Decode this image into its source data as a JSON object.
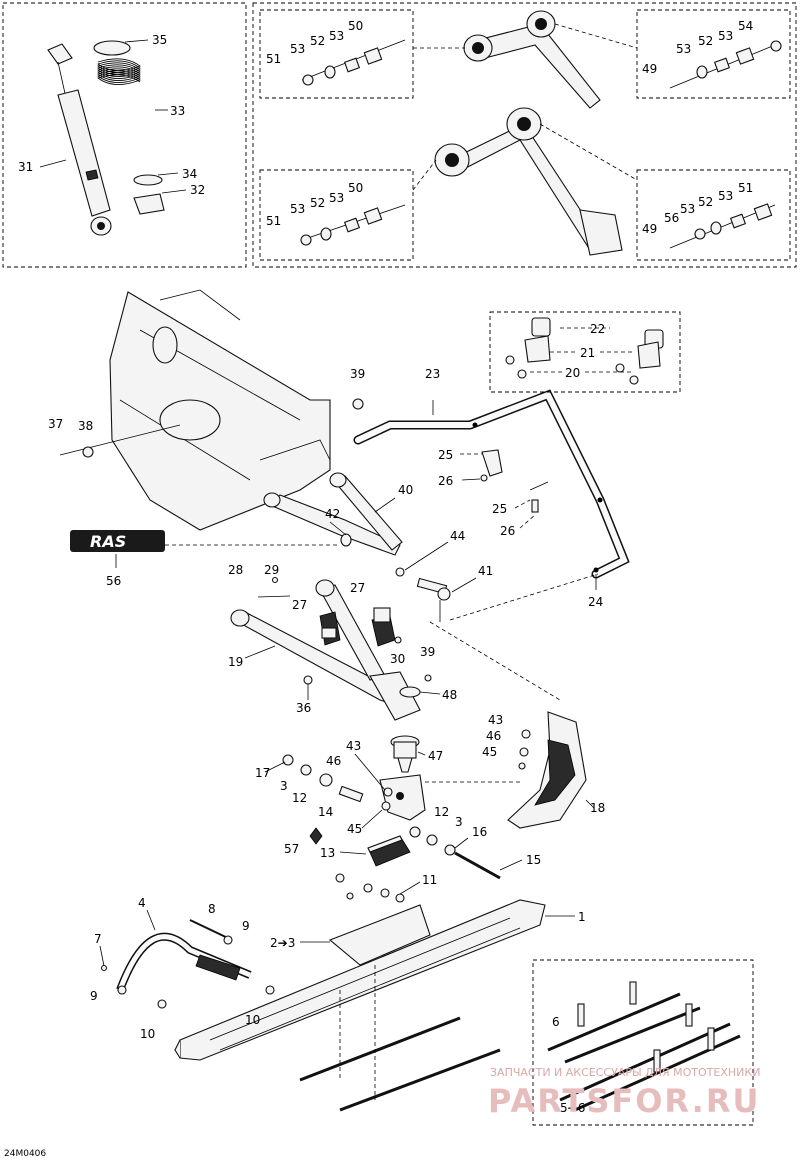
{
  "diagram_code": "24M0406",
  "watermark": {
    "tagline": "ЗАПЧАСТИ И АКСЕССУАРЫ ДЛЯ МОТОТЕХНИКИ",
    "site": "PARTSFOR.RU"
  },
  "logo_text": "RAS",
  "callouts": {
    "c1": "1",
    "c2_3": "2➔3",
    "c4": "4",
    "c5_6": "5➔6",
    "c6": "6",
    "c7": "7",
    "c8": "8",
    "c9a": "9",
    "c9b": "9",
    "c10a": "10",
    "c10b": "10",
    "c11": "11",
    "c12a": "12",
    "c12b": "12",
    "c13": "13",
    "c14": "14",
    "c15": "15",
    "c16": "16",
    "c17": "17",
    "c18": "18",
    "c19": "19",
    "c20": "20",
    "c21": "21",
    "c22": "22",
    "c23": "23",
    "c24": "24",
    "c25a": "25",
    "c25b": "25",
    "c26a": "26",
    "c26b": "26",
    "c27a": "27",
    "c27b": "27",
    "c28": "28",
    "c29": "29",
    "c30": "30",
    "c31": "31",
    "c32": "32",
    "c33": "33",
    "c34": "34",
    "c35": "35",
    "c36": "36",
    "c37": "37",
    "c38": "38",
    "c39a": "39",
    "c39b": "39",
    "c40": "40",
    "c41": "41",
    "c42": "42",
    "c43a": "43",
    "c43b": "43",
    "c44": "44",
    "c45a": "45",
    "c45b": "45",
    "c46a": "46",
    "c46b": "46",
    "c47": "47",
    "c48": "48",
    "c49a": "49",
    "c49b": "49",
    "c50a": "50",
    "c50b": "50",
    "c51a": "51",
    "c51b": "51",
    "c51c": "51",
    "c52a": "52",
    "c52b": "52",
    "c52c": "52",
    "c52d": "52",
    "c53a": "53",
    "c53b": "53",
    "c53c": "53",
    "c53d": "53",
    "c53e": "53",
    "c53f": "53",
    "c53g": "53",
    "c53h": "53",
    "c54": "54",
    "c56a": "56",
    "c56b": "56",
    "c57": "57",
    "c3a": "3",
    "c3b": "3"
  }
}
